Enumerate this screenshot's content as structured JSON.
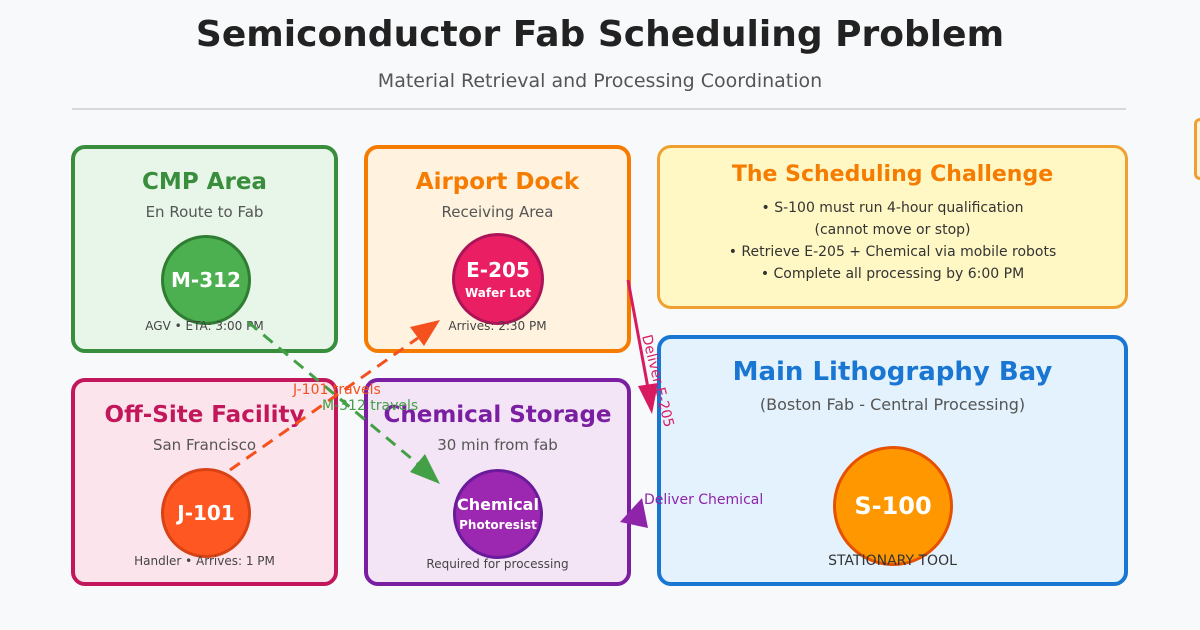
{
  "title": "Semiconductor Fab Scheduling Problem",
  "subtitle": "Material Retrieval and Processing Coordination",
  "colors": {
    "green": "#388e3c",
    "orange": "#f57c00",
    "pink": "#c2185b",
    "purple": "#7b1fa2",
    "blue": "#1976d2",
    "magenta": "#d81b60",
    "red_orange": "#f4511e"
  },
  "panels": {
    "cmp": {
      "title": "CMP Area",
      "subtitle": "En Route to Fab",
      "node_id": "M-312",
      "caption": "AGV • ETA: 3:00 PM"
    },
    "airport": {
      "title": "Airport Dock",
      "subtitle": "Receiving Area",
      "node_id": "E-205",
      "node_tag": "Wafer Lot",
      "caption": "Arrives: 2:30 PM"
    },
    "offsite": {
      "title": "Off-Site Facility",
      "subtitle": "San Francisco",
      "node_id": "J-101",
      "caption": "Handler • Arrives: 1 PM"
    },
    "chem": {
      "title": "Chemical Storage",
      "subtitle": "30 min from fab",
      "node_id": "Chemical",
      "node_tag": "Photoresist",
      "caption": "Required for processing"
    },
    "challenge": {
      "title": "The Scheduling Challenge",
      "bullets": [
        "• S-100 must run 4-hour qualification",
        "(cannot move or stop)",
        "• Retrieve E-205 + Chemical via mobile robots",
        "• Complete all processing by 6:00 PM"
      ]
    },
    "litho": {
      "title": "Main Lithography Bay",
      "subtitle": "(Boston Fab - Central Processing)",
      "node_id": "S-100",
      "caption": "STATIONARY TOOL"
    }
  },
  "arrows": {
    "j101": "J-101 travels",
    "m312": "M-312 travels",
    "e205": "Deliver E-205",
    "chemical": "Deliver Chemical"
  }
}
